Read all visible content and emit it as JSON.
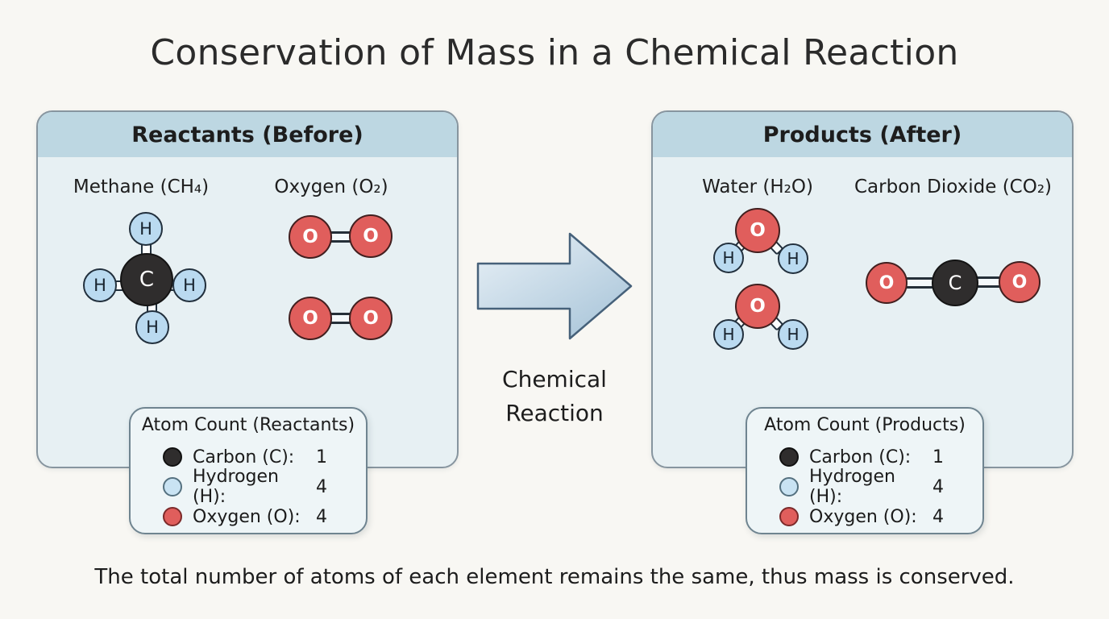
{
  "title": "Conservation of Mass in a Chemical Reaction",
  "caption": "The total number of atoms of each element remains the same, thus mass is conserved.",
  "arrow": {
    "label_line1": "Chemical",
    "label_line2": "Reaction"
  },
  "atoms": {
    "C": "C",
    "H": "H",
    "O": "O"
  },
  "colors": {
    "background": "#f8f7f3",
    "panel_body": "#e7f0f3",
    "panel_header": "#bdd7e2",
    "panel_border": "#87959f",
    "carbon": "#2f2d2d",
    "hydrogen": "#badaf0",
    "oxygen": "#e05e5c",
    "arrow_fill_start": "#e9f1f7",
    "arrow_fill_end": "#a9c5d9",
    "arrow_outline": "#46617a"
  },
  "reactants": {
    "header": "Reactants (Before)",
    "molecule_labels": [
      "Methane (CH₄)",
      "Oxygen (O₂)"
    ],
    "atom_count": {
      "title": "Atom Count (Reactants)",
      "rows": [
        {
          "element": "Carbon (C):",
          "count": "1",
          "color": "#2f2d2d"
        },
        {
          "element": "Hydrogen (H):",
          "count": "4",
          "color": "#c9e3f3"
        },
        {
          "element": "Oxygen (O):",
          "count": "4",
          "color": "#e05e5c"
        }
      ]
    }
  },
  "products": {
    "header": "Products (After)",
    "molecule_labels": [
      "Water (H₂O)",
      "Carbon Dioxide (CO₂)"
    ],
    "atom_count": {
      "title": "Atom Count (Products)",
      "rows": [
        {
          "element": "Carbon (C):",
          "count": "1",
          "color": "#2f2d2d"
        },
        {
          "element": "Hydrogen (H):",
          "count": "4",
          "color": "#c9e3f3"
        },
        {
          "element": "Oxygen (O):",
          "count": "4",
          "color": "#e05e5c"
        }
      ]
    }
  }
}
